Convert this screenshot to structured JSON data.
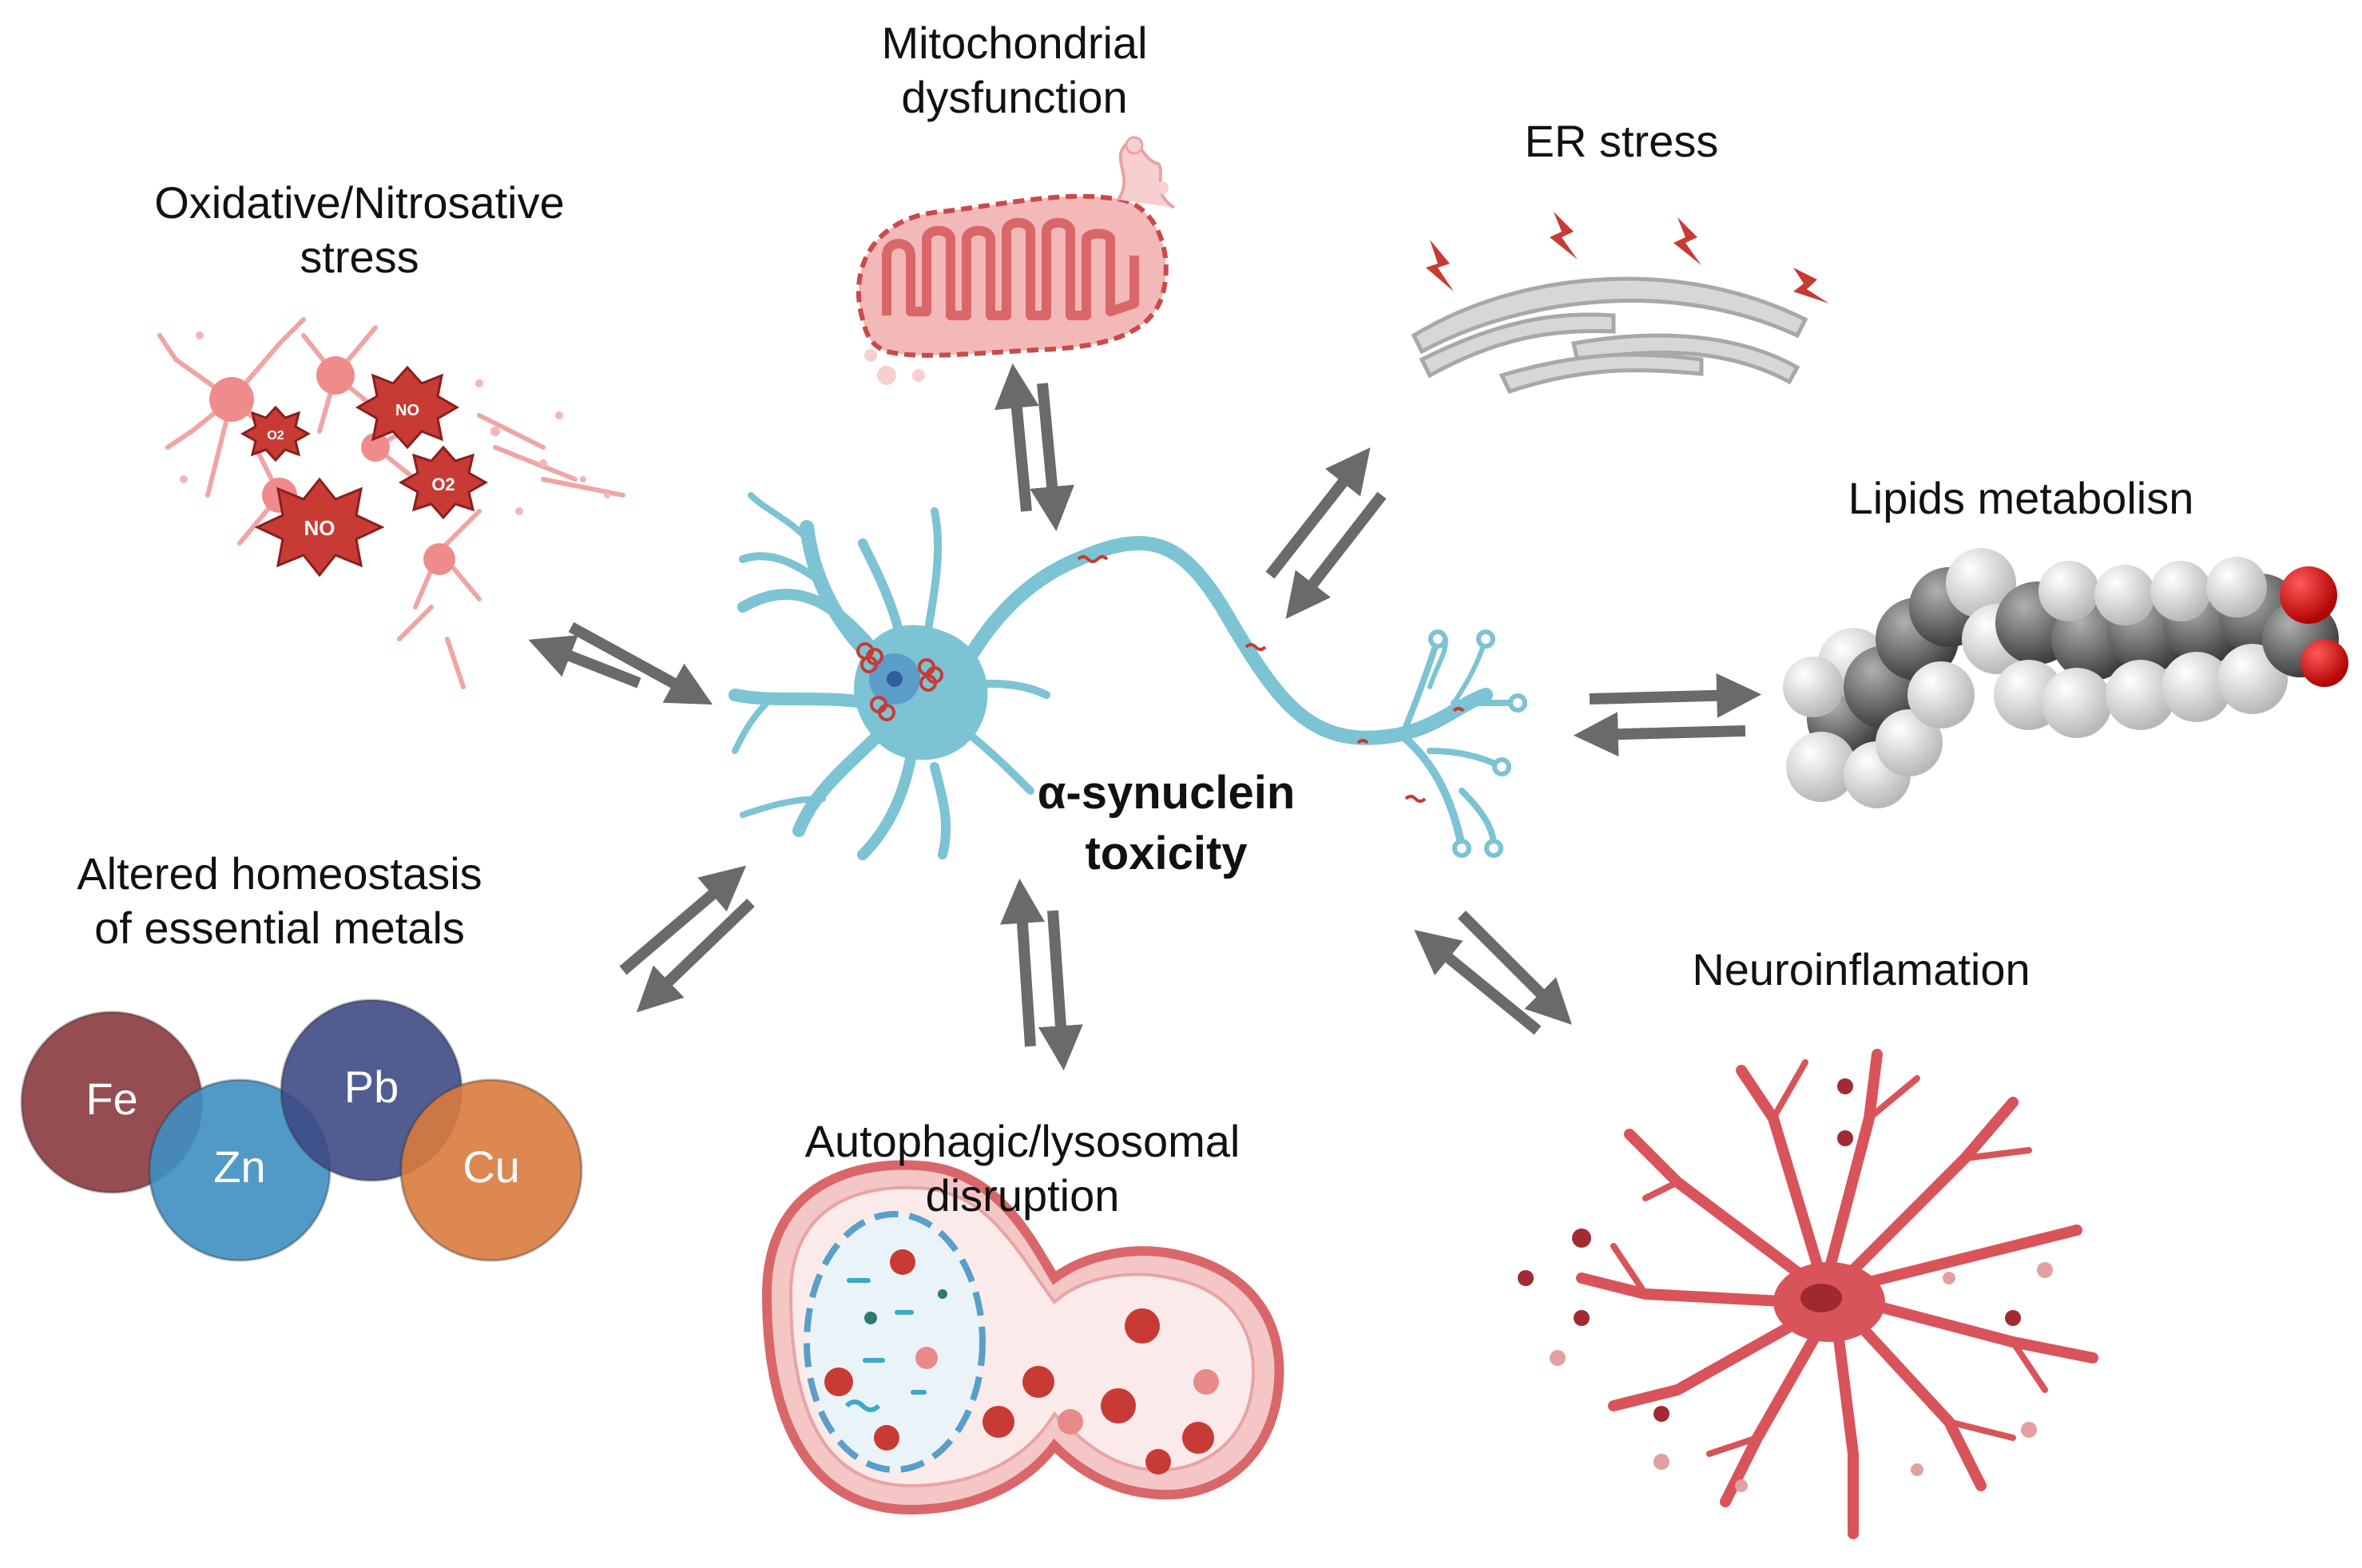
{
  "center": {
    "line1": "α-synuclein",
    "line2": "toxicity"
  },
  "nodes": {
    "mitochondrial": {
      "line1": "Mitochondrial",
      "line2": "dysfunction"
    },
    "er": {
      "line1": "ER stress"
    },
    "oxidative": {
      "line1": "Oxidative/Nitrosative",
      "line2": "stress"
    },
    "lipids": {
      "line1": "Lipids metabolisn"
    },
    "metals": {
      "line1": "Altered homeostasis",
      "line2": "of essential metals"
    },
    "autophagic": {
      "line1": "Autophagic/lysosomal",
      "line2": "disruption"
    },
    "neuroinflammation": {
      "line1": "Neuroinflamation"
    }
  },
  "oxidative_badges": {
    "no": "NO",
    "o2": "O2"
  },
  "metals": [
    {
      "symbol": "Fe",
      "color": "#8b3a3f"
    },
    {
      "symbol": "Zn",
      "color": "#3e8fc2"
    },
    {
      "symbol": "Pb",
      "color": "#3e4a85"
    },
    {
      "symbol": "Cu",
      "color": "#d97a3e"
    }
  ],
  "colors": {
    "arrow": "#6a6a6a",
    "neuron": "#7cc3d3",
    "mito": "#d9676a",
    "er": "#d0d0d0",
    "red_accent": "#c73b34",
    "astrocyte": "#d8545a"
  }
}
